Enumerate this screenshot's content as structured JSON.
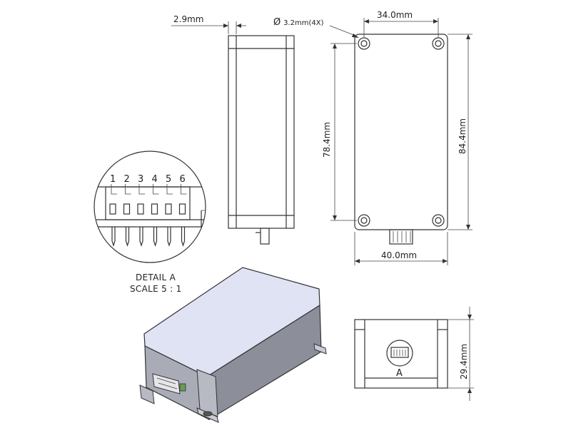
{
  "dimensions": {
    "wall_thickness": "2.9mm",
    "hole_diameter": "3.2mm(4X)",
    "hole_spacing_width": "34.0mm",
    "hole_spacing_length": "78.4mm",
    "overall_length": "84.4mm",
    "overall_width": "40.0mm",
    "overall_height": "29.4mm"
  },
  "symbols": {
    "diameter": "Ø"
  },
  "detail": {
    "title": "DETAIL A",
    "scale": "SCALE 5 : 1",
    "callout": "A",
    "pins": [
      "1",
      "2",
      "3",
      "4",
      "5",
      "6"
    ]
  },
  "colors": {
    "line": "#333333",
    "top_face": "#dfe3f4",
    "side_face": "#8c8f9a",
    "front_face": "#a9acb6"
  }
}
